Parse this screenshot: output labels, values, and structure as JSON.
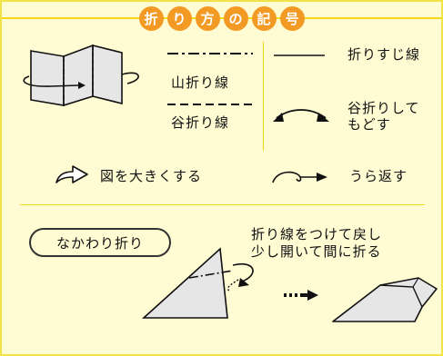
{
  "title": {
    "chars": [
      "折",
      "り",
      "方",
      "の",
      "記",
      "号"
    ]
  },
  "legend": {
    "mountain_fold": "山折り線",
    "valley_fold": "谷折り線",
    "crease_line": "折りすじ線",
    "fold_unfold_line1": "谷折りして",
    "fold_unfold_line2": "もどす",
    "enlarge": "図を大きくする",
    "turn_over": "うら返す"
  },
  "inside_reverse": {
    "label": "なかわり折り",
    "caption_line1": "折り線をつけて戻し",
    "caption_line2": "少し開いて間に折る"
  },
  "colors": {
    "background": "#fffbd2",
    "accent_yellow": "#f5d816",
    "title_chip": "#f39a24",
    "paper_gray": "#e6e6e6",
    "line": "#111111"
  }
}
